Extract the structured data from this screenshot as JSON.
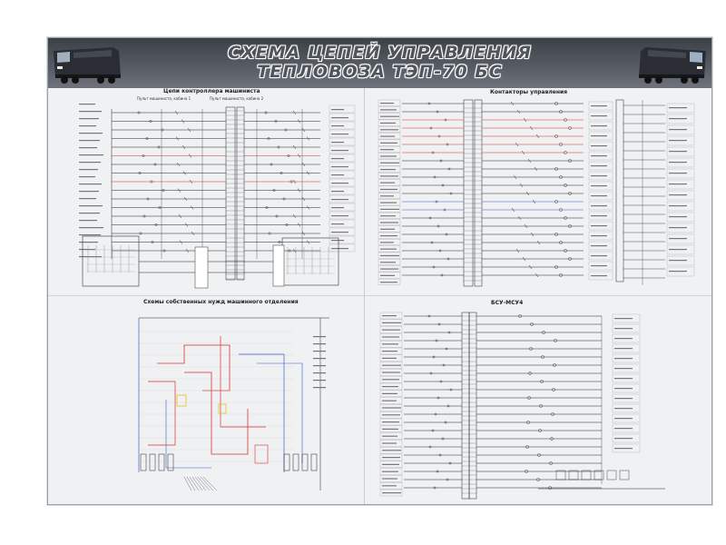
{
  "poster": {
    "title_line1": "СХЕМА ЦЕПЕЙ УПРАВЛЕНИЯ",
    "title_line2": "ТЕПЛОВОЗА ТЭП-70 БС"
  },
  "sections": {
    "top_left": {
      "title": "Цепи контроллера машиниста",
      "sub1": "Пульт машиниста, кабина 1",
      "sub2": "Пульт машиниста, кабина 2"
    },
    "top_right": {
      "title": "Контакторы управления"
    },
    "bottom_left": {
      "title": "Схемы собственных нужд машинного отделения"
    },
    "bottom_right": {
      "title": "БСУ-МСУ4"
    }
  },
  "colors": {
    "header_dark": "#3c4047",
    "wire_black": "#222222",
    "wire_red": "#d8302c",
    "wire_blue": "#3a5fcf",
    "wire_yellow": "#e0c020"
  }
}
